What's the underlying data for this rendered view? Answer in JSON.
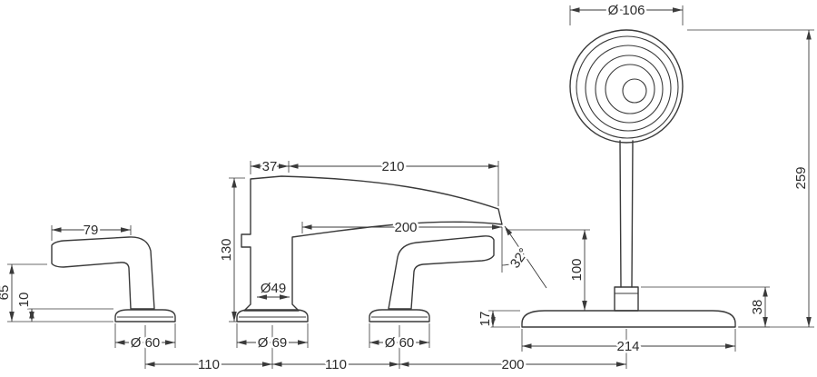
{
  "diagram": {
    "title": "bath-mixer-dimension-drawing",
    "labels": {
      "shower_head_diameter": "Ø 106",
      "total_height": "259",
      "spout_back_offset": "37",
      "spout_top_length": "210",
      "spout_reach": "200",
      "spout_angle": "32°",
      "outlet_to_deck_height": "100",
      "spout_height": "130",
      "spout_body_diameter": "Ø49",
      "handle_lever_length": "79",
      "handle_height": "65",
      "handle_base_height": "10",
      "handle_base_diameter": "Ø 60",
      "spout_base_diameter": "Ø 69",
      "diverter_base_diameter": "Ø 60",
      "shower_base_height": "17",
      "shower_base_width": "214",
      "shower_hose_height": "38",
      "spacing_handle_to_spout": "110",
      "spacing_spout_to_diverter": "110",
      "spacing_diverter_to_shower": "200"
    }
  }
}
